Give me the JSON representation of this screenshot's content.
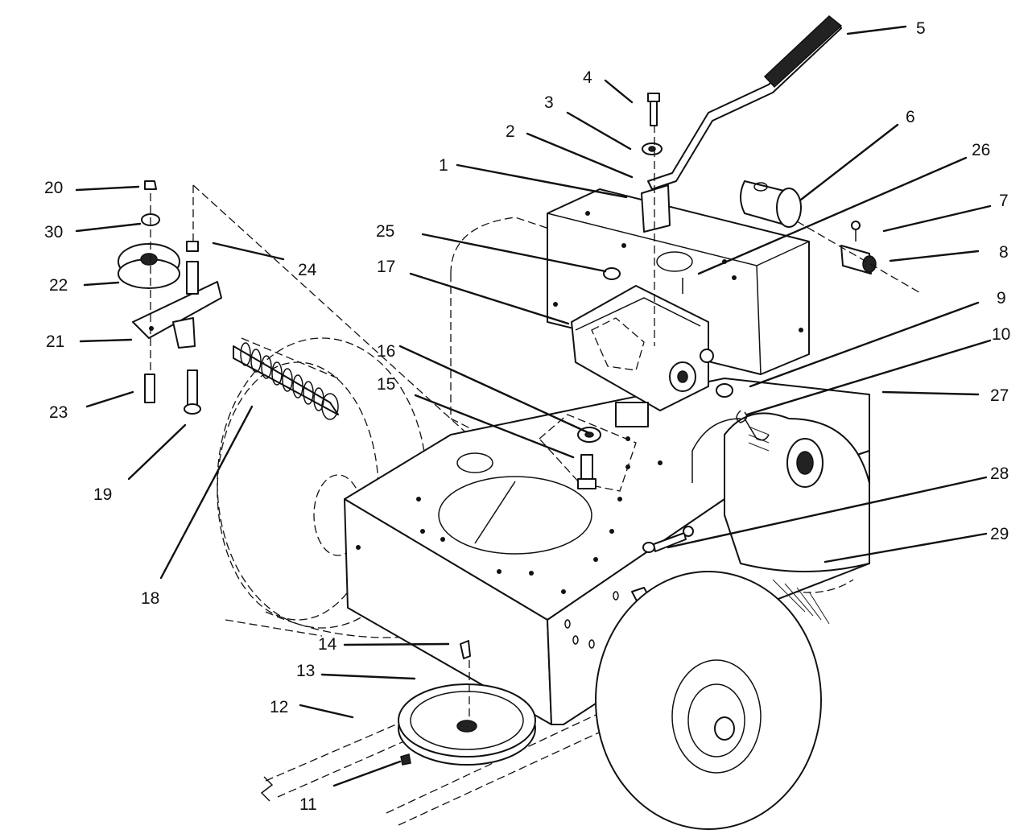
{
  "callouts": [
    {
      "n": "1"
    },
    {
      "n": "2"
    },
    {
      "n": "3"
    },
    {
      "n": "4"
    },
    {
      "n": "5"
    },
    {
      "n": "6"
    },
    {
      "n": "7"
    },
    {
      "n": "8"
    },
    {
      "n": "9"
    },
    {
      "n": "10"
    },
    {
      "n": "11"
    },
    {
      "n": "12"
    },
    {
      "n": "13"
    },
    {
      "n": "14"
    },
    {
      "n": "15"
    },
    {
      "n": "16"
    },
    {
      "n": "17"
    },
    {
      "n": "18"
    },
    {
      "n": "19"
    },
    {
      "n": "20"
    },
    {
      "n": "21"
    },
    {
      "n": "22"
    },
    {
      "n": "23"
    },
    {
      "n": "24"
    },
    {
      "n": "25"
    },
    {
      "n": "26"
    },
    {
      "n": "27"
    },
    {
      "n": "28"
    },
    {
      "n": "29"
    },
    {
      "n": "30"
    }
  ]
}
